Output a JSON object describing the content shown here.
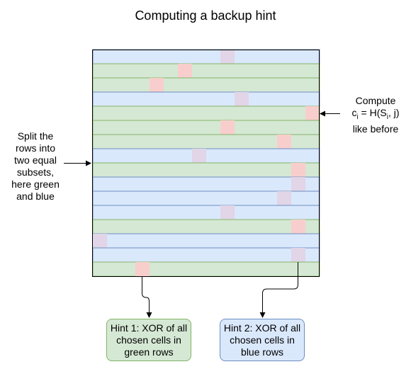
{
  "title": "Computing a backup hint",
  "left_note": [
    "Split the",
    "rows into",
    "two equal",
    "subsets,",
    "here green",
    "and blue"
  ],
  "right_note": {
    "line1": "Compute",
    "c": "c",
    "c_sub": "i",
    "eq": " = H(S",
    "s_sub": "i",
    "tail": ", j)",
    "line3": "like before"
  },
  "hint1": [
    "Hint 1: XOR of all",
    "chosen cells in",
    "green rows"
  ],
  "hint2": [
    "Hint 2: XOR of all",
    "chosen cells in",
    "blue rows"
  ],
  "colors": {
    "green_row": "#d5e8d4",
    "green_line": "#82b366",
    "blue_row": "#dae8fc",
    "blue_line": "#6c8ebf",
    "red_cell": "#f8cecc",
    "purple_cell": "#e1d5e7"
  },
  "grid": {
    "columns": 16,
    "rows": [
      {
        "set": "blue",
        "chosen_col": 9,
        "cell": "purple"
      },
      {
        "set": "green",
        "chosen_col": 6,
        "cell": "red"
      },
      {
        "set": "green",
        "chosen_col": 4,
        "cell": "red"
      },
      {
        "set": "blue",
        "chosen_col": 10,
        "cell": "purple"
      },
      {
        "set": "green",
        "chosen_col": 15,
        "cell": "red"
      },
      {
        "set": "green",
        "chosen_col": 9,
        "cell": "red"
      },
      {
        "set": "green",
        "chosen_col": 13,
        "cell": "red"
      },
      {
        "set": "blue",
        "chosen_col": 7,
        "cell": "purple"
      },
      {
        "set": "green",
        "chosen_col": 14,
        "cell": "red"
      },
      {
        "set": "blue",
        "chosen_col": 14,
        "cell": "purple"
      },
      {
        "set": "blue",
        "chosen_col": 13,
        "cell": "purple"
      },
      {
        "set": "blue",
        "chosen_col": 9,
        "cell": "purple"
      },
      {
        "set": "green",
        "chosen_col": 14,
        "cell": "red"
      },
      {
        "set": "blue",
        "chosen_col": 0,
        "cell": "purple"
      },
      {
        "set": "blue",
        "chosen_col": 14,
        "cell": "purple"
      },
      {
        "set": "green",
        "chosen_col": 3,
        "cell": "red"
      }
    ]
  }
}
